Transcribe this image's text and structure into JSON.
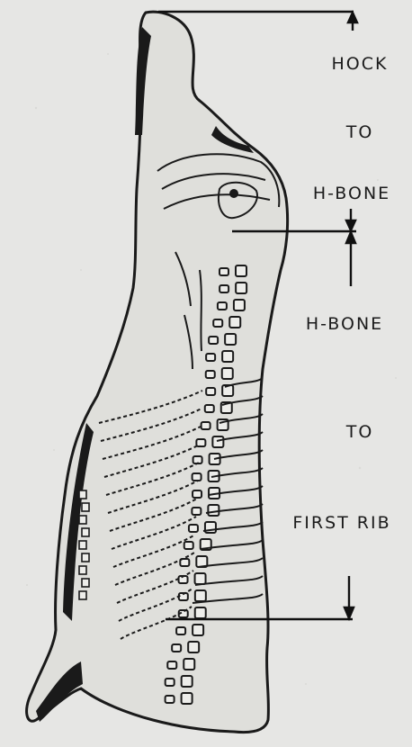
{
  "diagram": {
    "segments": [
      {
        "label_lines": [
          "HOCK",
          "TO",
          "H-BONE"
        ]
      },
      {
        "label_lines": [
          "H-BONE",
          "TO",
          "FIRST RIB"
        ]
      }
    ]
  }
}
